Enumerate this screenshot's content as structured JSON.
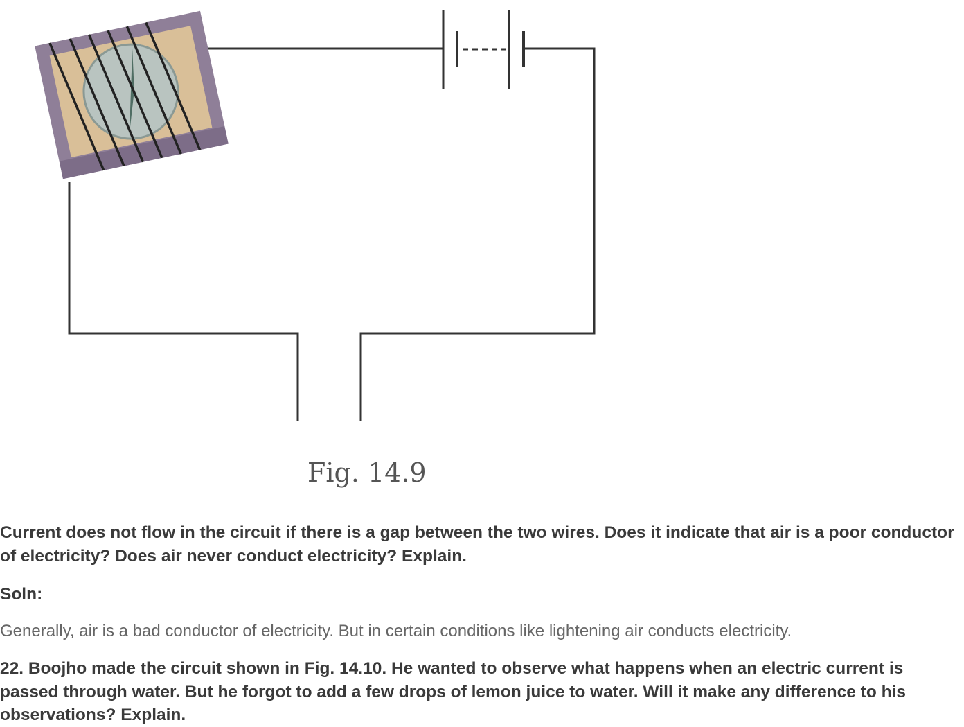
{
  "figure": {
    "caption": "Fig. 14.9",
    "components": [
      "compass-with-coil",
      "battery",
      "wires-with-gap"
    ]
  },
  "question": {
    "text": "Current does not flow in the circuit if there is a gap between the two wires. Does it indicate that air is a poor conductor of electricity? Does air never conduct electricity? Explain."
  },
  "solution": {
    "label": "Soln:",
    "text": "Generally, air is a bad conductor of electricity. But in certain conditions like lightening air conducts electricity."
  },
  "next_question": {
    "text": "22. Boojho made the circuit shown in Fig. 14.10. He wanted to observe what happens when an electric current is passed through water. But he forgot to add a few drops of lemon juice to water. Will it make any difference to his observations? Explain."
  }
}
